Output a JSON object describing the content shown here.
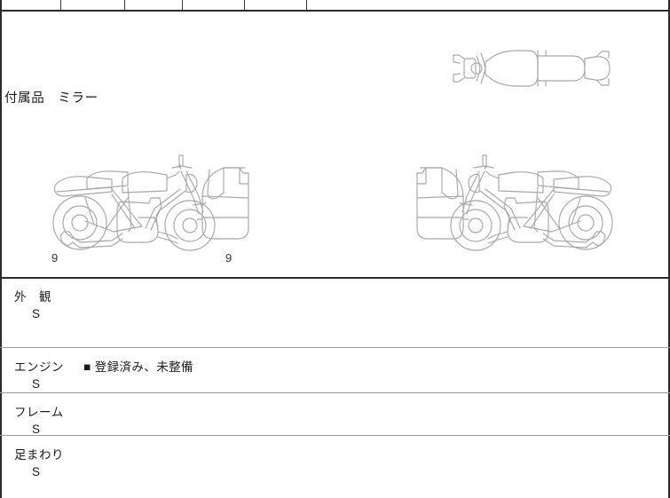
{
  "document": {
    "type": "motorcycle-auction-inspection-sheet",
    "language": "ja"
  },
  "header": {
    "columns": [
      {
        "label": ""
      },
      {
        "label": ""
      },
      {
        "label": ""
      },
      {
        "label": ""
      },
      {
        "label": ""
      },
      {
        "label": ""
      },
      {
        "label": ""
      }
    ]
  },
  "accessories": {
    "label": "付属品",
    "value": "ミラー",
    "text": "付属品　ミラー"
  },
  "diagram": {
    "top_view": {
      "name": "motorcycle-top-view"
    },
    "side_view_left": {
      "name": "motorcycle-side-view-right-facing"
    },
    "side_view_right": {
      "name": "motorcycle-side-view-left-facing"
    },
    "damage_marks": [
      {
        "code": "9",
        "position": "front-wheel"
      },
      {
        "code": "9",
        "position": "rear-wheel"
      }
    ]
  },
  "conditions": [
    {
      "name": "外　観",
      "grade": "S",
      "note": ""
    },
    {
      "name": "エンジン",
      "grade": "S",
      "note": "■ 登録済み、未整備"
    },
    {
      "name": "フレーム",
      "grade": "S",
      "note": ""
    },
    {
      "name": "足まわり",
      "grade": "S",
      "note": ""
    }
  ],
  "colors": {
    "border": "#2b2b2b",
    "rule": "#9a9a9a",
    "drawing_stroke": "#a8a8a8",
    "text": "#1c1c1c",
    "background": "#ffffff"
  }
}
